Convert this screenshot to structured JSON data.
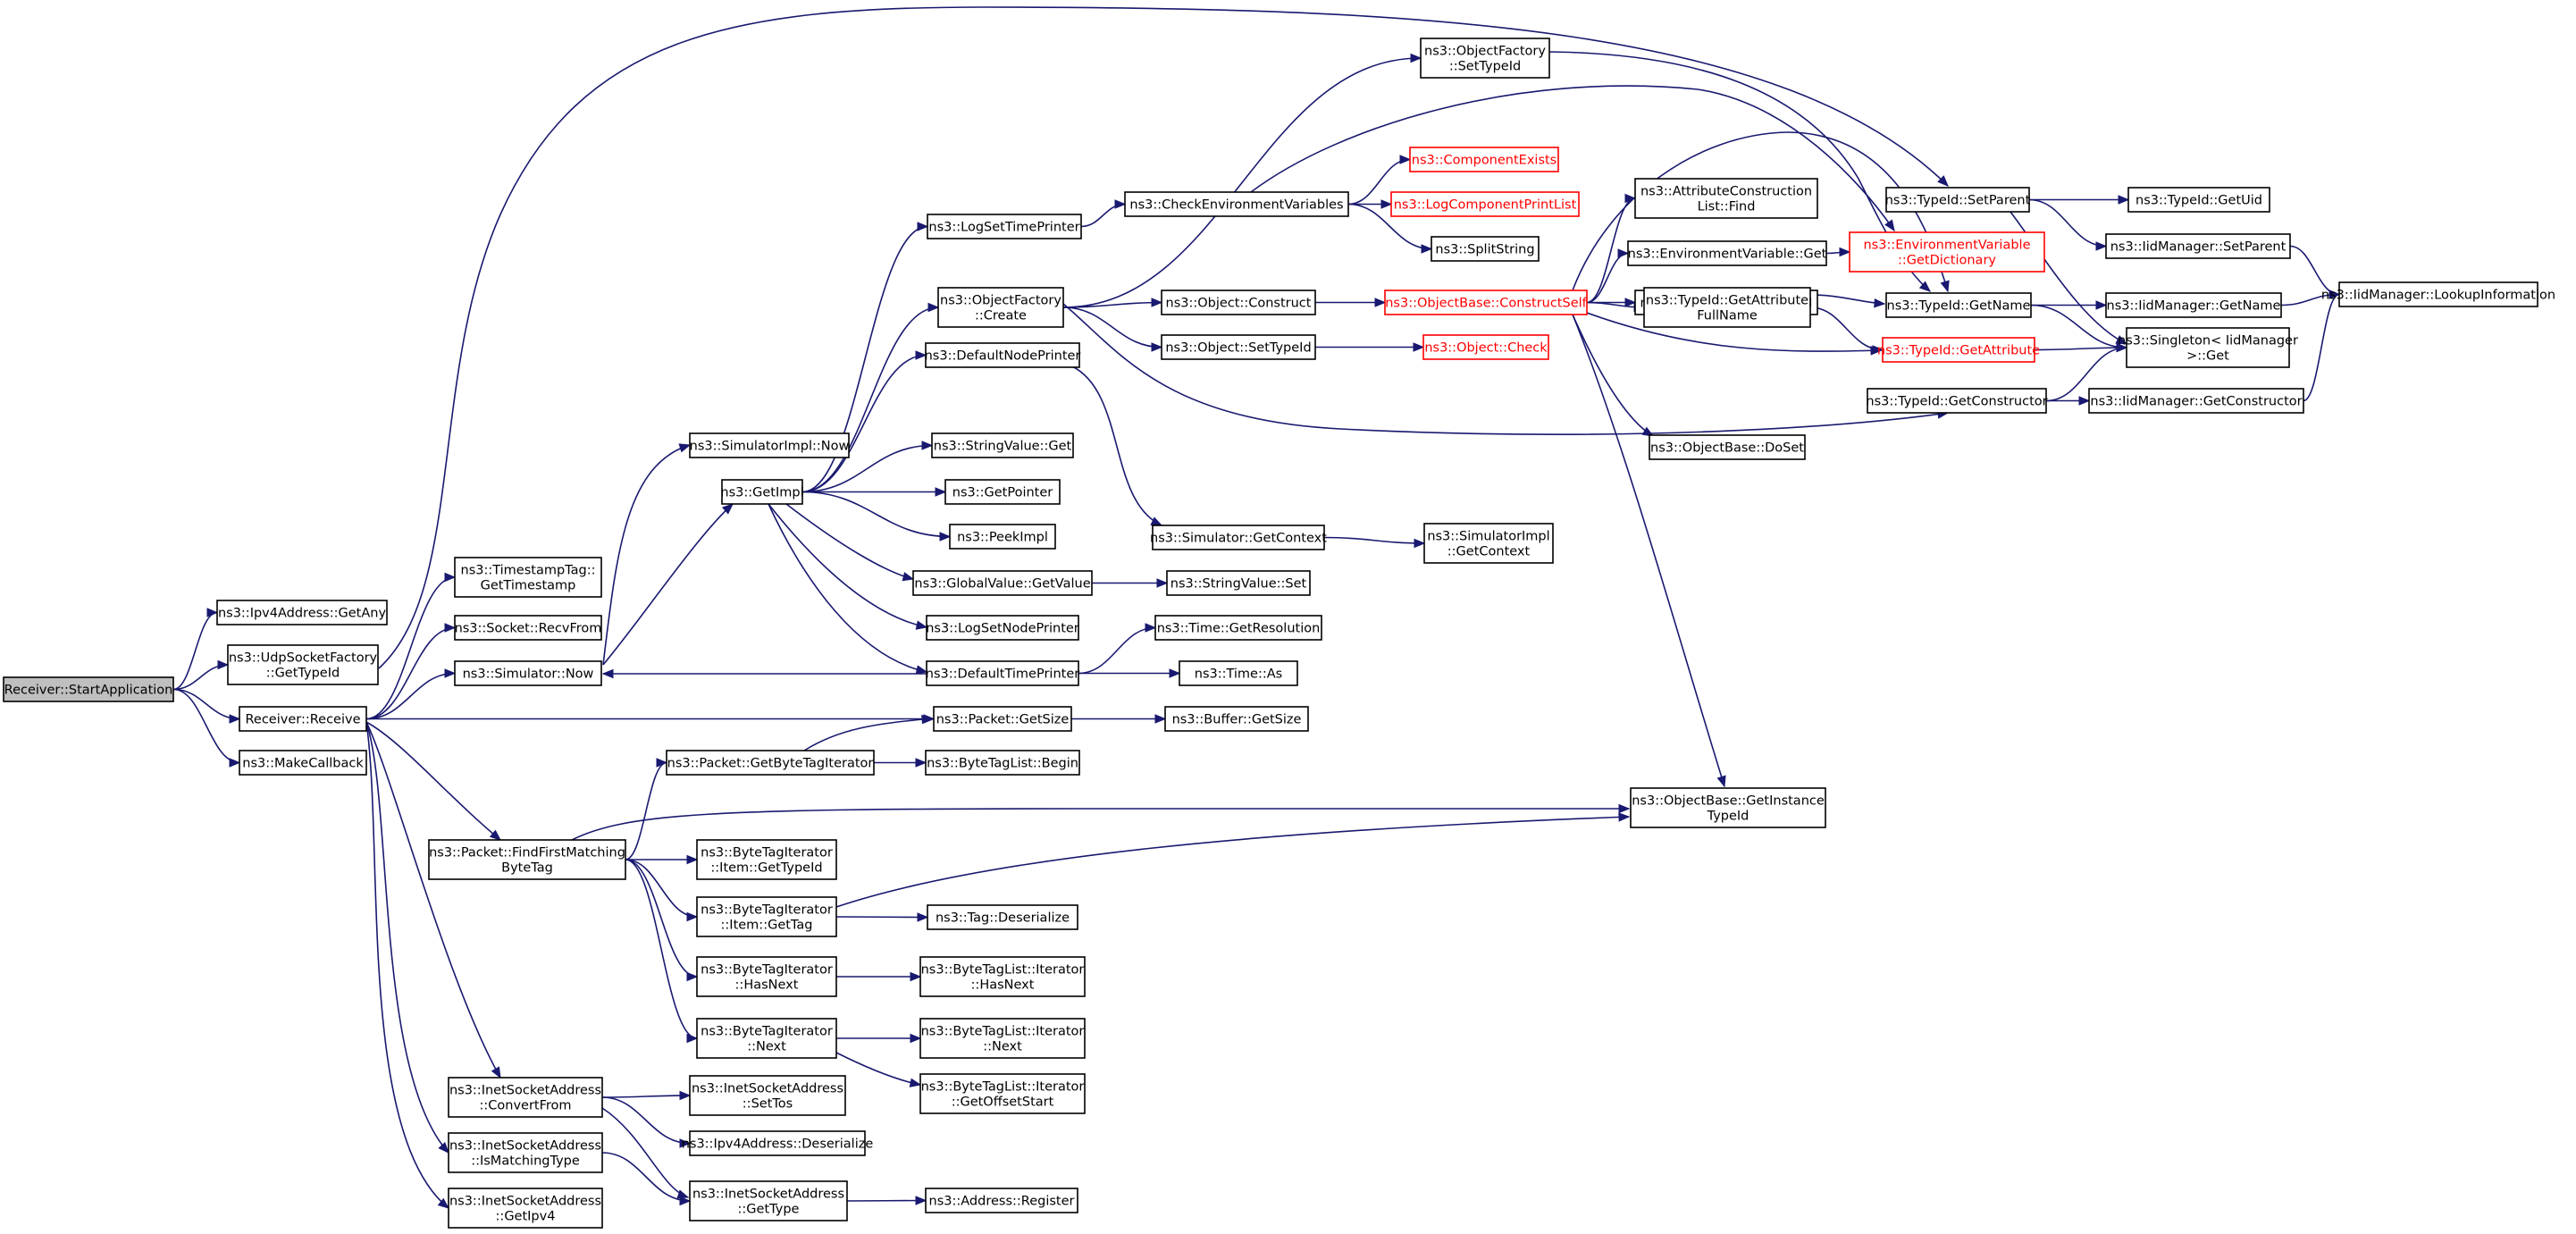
{
  "diagram": {
    "type": "call-graph",
    "nodes": [
      {
        "id": "n0",
        "lines": [
          "Receiver::StartApplication"
        ],
        "style": "root"
      },
      {
        "id": "n1",
        "lines": [
          "ns3::Ipv4Address::GetAny"
        ]
      },
      {
        "id": "n2",
        "lines": [
          "ns3::UdpSocketFactory",
          "::GetTypeId"
        ]
      },
      {
        "id": "n3",
        "lines": [
          "Receiver::Receive"
        ]
      },
      {
        "id": "n4",
        "lines": [
          "ns3::MakeCallback"
        ]
      },
      {
        "id": "n5",
        "lines": [
          "ns3::TypeId::SetParent"
        ]
      },
      {
        "id": "n6",
        "lines": [
          "ns3::TypeId::GetUid"
        ]
      },
      {
        "id": "n7",
        "lines": [
          "ns3::IidManager::SetParent"
        ]
      },
      {
        "id": "n8",
        "lines": [
          "ns3::Singleton< IidManager",
          ">::Get"
        ]
      },
      {
        "id": "n9",
        "lines": [
          "ns3::IidManager::LookupInformation"
        ]
      },
      {
        "id": "n10",
        "lines": [
          "ns3::TimestampTag::",
          "GetTimestamp"
        ]
      },
      {
        "id": "n11",
        "lines": [
          "ns3::Socket::RecvFrom"
        ]
      },
      {
        "id": "n12",
        "lines": [
          "ns3::Simulator::Now"
        ]
      },
      {
        "id": "n13",
        "lines": [
          "ns3::Packet::GetSize"
        ]
      },
      {
        "id": "n14",
        "lines": [
          "ns3::Packet::FindFirstMatching",
          "ByteTag"
        ]
      },
      {
        "id": "n15",
        "lines": [
          "ns3::InetSocketAddress",
          "::ConvertFrom"
        ]
      },
      {
        "id": "n16",
        "lines": [
          "ns3::InetSocketAddress",
          "::IsMatchingType"
        ]
      },
      {
        "id": "n17",
        "lines": [
          "ns3::InetSocketAddress",
          "::GetIpv4"
        ]
      },
      {
        "id": "n18",
        "lines": [
          "ns3::SimulatorImpl::Now"
        ]
      },
      {
        "id": "n19",
        "lines": [
          "ns3::GetImpl"
        ]
      },
      {
        "id": "n20",
        "lines": [
          "ns3::LogSetTimePrinter"
        ]
      },
      {
        "id": "n21",
        "lines": [
          "ns3::ObjectFactory",
          "::Create"
        ]
      },
      {
        "id": "n22",
        "lines": [
          "ns3::DefaultNodePrinter"
        ]
      },
      {
        "id": "n23",
        "lines": [
          "ns3::StringValue::Get"
        ]
      },
      {
        "id": "n24",
        "lines": [
          "ns3::GetPointer"
        ]
      },
      {
        "id": "n25",
        "lines": [
          "ns3::PeekImpl"
        ]
      },
      {
        "id": "n26",
        "lines": [
          "ns3::GlobalValue::GetValue"
        ]
      },
      {
        "id": "n27",
        "lines": [
          "ns3::LogSetNodePrinter"
        ]
      },
      {
        "id": "n28",
        "lines": [
          "ns3::DefaultTimePrinter"
        ]
      },
      {
        "id": "n29",
        "lines": [
          "ns3::ObjectFactory",
          "::SetTypeId"
        ]
      },
      {
        "id": "n30",
        "lines": [
          "ns3::CheckEnvironmentVariables"
        ]
      },
      {
        "id": "n31",
        "lines": [
          "ns3::ComponentExists"
        ],
        "style": "red"
      },
      {
        "id": "n32",
        "lines": [
          "ns3::LogComponentPrintList"
        ],
        "style": "red"
      },
      {
        "id": "n33",
        "lines": [
          "ns3::SplitString"
        ]
      },
      {
        "id": "n34",
        "lines": [
          "ns3::Object::Construct"
        ]
      },
      {
        "id": "n35",
        "lines": [
          "ns3::Object::SetTypeId"
        ]
      },
      {
        "id": "n36",
        "lines": [
          "ns3::ObjectBase::ConstructSelf"
        ],
        "style": "red"
      },
      {
        "id": "n37",
        "lines": [
          "ns3::Object::Check"
        ],
        "style": "red"
      },
      {
        "id": "n38",
        "lines": [
          "ns3::AttributeConstruction",
          "List::Find"
        ]
      },
      {
        "id": "n39",
        "lines": [
          "ns3::EnvironmentVariable::Get"
        ]
      },
      {
        "id": "n40",
        "lines": [
          "ns3::EnvironmentVariable",
          "::GetDictionary"
        ],
        "style": "red"
      },
      {
        "id": "n41",
        "lines": [
          "ns3::TypeId::GetAttributeN"
        ]
      },
      {
        "id": "n42",
        "lines": [
          "ns3::TypeId::GetName"
        ]
      },
      {
        "id": "n43",
        "lines": [
          "ns3::IidManager::GetName"
        ]
      },
      {
        "id": "n44",
        "lines": [
          "ns3::TypeId::GetAttribute",
          "FullName"
        ]
      },
      {
        "id": "n45",
        "lines": [
          "ns3::TypeId::GetAttribute"
        ],
        "style": "red"
      },
      {
        "id": "n46",
        "lines": [
          "ns3::TypeId::GetConstructor"
        ]
      },
      {
        "id": "n47",
        "lines": [
          "ns3::IidManager::GetConstructor"
        ]
      },
      {
        "id": "n48",
        "lines": [
          "ns3::ObjectBase::DoSet"
        ]
      },
      {
        "id": "n49",
        "lines": [
          "ns3::ObjectBase::GetInstance",
          "TypeId"
        ]
      },
      {
        "id": "n50",
        "lines": [
          "ns3::Simulator::GetContext"
        ]
      },
      {
        "id": "n51",
        "lines": [
          "ns3::SimulatorImpl",
          "::GetContext"
        ]
      },
      {
        "id": "n52",
        "lines": [
          "ns3::StringValue::Set"
        ]
      },
      {
        "id": "n53",
        "lines": [
          "ns3::Time::GetResolution"
        ]
      },
      {
        "id": "n54",
        "lines": [
          "ns3::Time::As"
        ]
      },
      {
        "id": "n55",
        "lines": [
          "ns3::Buffer::GetSize"
        ]
      },
      {
        "id": "n56",
        "lines": [
          "ns3::Packet::GetByteTagIterator"
        ]
      },
      {
        "id": "n57",
        "lines": [
          "ns3::ByteTagList::Begin"
        ]
      },
      {
        "id": "n58",
        "lines": [
          "ns3::ByteTagIterator",
          "::Item::GetTypeId"
        ]
      },
      {
        "id": "n59",
        "lines": [
          "ns3::ByteTagIterator",
          "::Item::GetTag"
        ]
      },
      {
        "id": "n60",
        "lines": [
          "ns3::Tag::Deserialize"
        ]
      },
      {
        "id": "n61",
        "lines": [
          "ns3::ByteTagIterator",
          "::HasNext"
        ]
      },
      {
        "id": "n62",
        "lines": [
          "ns3::ByteTagList::Iterator",
          "::HasNext"
        ]
      },
      {
        "id": "n63",
        "lines": [
          "ns3::ByteTagIterator",
          "::Next"
        ]
      },
      {
        "id": "n64",
        "lines": [
          "ns3::ByteTagList::Iterator",
          "::Next"
        ]
      },
      {
        "id": "n65",
        "lines": [
          "ns3::ByteTagList::Iterator",
          "::GetOffsetStart"
        ]
      },
      {
        "id": "n66",
        "lines": [
          "ns3::InetSocketAddress",
          "::SetTos"
        ]
      },
      {
        "id": "n67",
        "lines": [
          "ns3::Ipv4Address::Deserialize"
        ]
      },
      {
        "id": "n68",
        "lines": [
          "ns3::InetSocketAddress",
          "::GetType"
        ]
      },
      {
        "id": "n69",
        "lines": [
          "ns3::Address::Register"
        ]
      }
    ],
    "edges": [
      [
        "n0",
        "n1"
      ],
      [
        "n0",
        "n2"
      ],
      [
        "n0",
        "n3"
      ],
      [
        "n0",
        "n4"
      ],
      [
        "n2",
        "n5"
      ],
      [
        "n5",
        "n6"
      ],
      [
        "n5",
        "n7"
      ],
      [
        "n5",
        "n8"
      ],
      [
        "n7",
        "n9"
      ],
      [
        "n3",
        "n10"
      ],
      [
        "n3",
        "n11"
      ],
      [
        "n3",
        "n12"
      ],
      [
        "n3",
        "n13"
      ],
      [
        "n3",
        "n14"
      ],
      [
        "n3",
        "n15"
      ],
      [
        "n3",
        "n16"
      ],
      [
        "n3",
        "n17"
      ],
      [
        "n12",
        "n18"
      ],
      [
        "n12",
        "n19"
      ],
      [
        "n19",
        "n20"
      ],
      [
        "n19",
        "n21"
      ],
      [
        "n19",
        "n22"
      ],
      [
        "n19",
        "n23"
      ],
      [
        "n19",
        "n24"
      ],
      [
        "n19",
        "n25"
      ],
      [
        "n19",
        "n26"
      ],
      [
        "n19",
        "n27"
      ],
      [
        "n19",
        "n28"
      ],
      [
        "n20",
        "n30"
      ],
      [
        "n30",
        "n31"
      ],
      [
        "n30",
        "n32"
      ],
      [
        "n30",
        "n33"
      ],
      [
        "n30",
        "n40"
      ],
      [
        "n21",
        "n29"
      ],
      [
        "n21",
        "n34"
      ],
      [
        "n21",
        "n35"
      ],
      [
        "n21",
        "n46"
      ],
      [
        "n29",
        "n42"
      ],
      [
        "n34",
        "n36"
      ],
      [
        "n35",
        "n37"
      ],
      [
        "n36",
        "n38"
      ],
      [
        "n36",
        "n39"
      ],
      [
        "n36",
        "n41"
      ],
      [
        "n36",
        "n42"
      ],
      [
        "n36",
        "n44"
      ],
      [
        "n36",
        "n45"
      ],
      [
        "n36",
        "n48"
      ],
      [
        "n36",
        "n49"
      ],
      [
        "n39",
        "n40"
      ],
      [
        "n42",
        "n43"
      ],
      [
        "n42",
        "n8"
      ],
      [
        "n43",
        "n9"
      ],
      [
        "n44",
        "n42"
      ],
      [
        "n44",
        "n45"
      ],
      [
        "n45",
        "n8"
      ],
      [
        "n46",
        "n47"
      ],
      [
        "n46",
        "n8"
      ],
      [
        "n47",
        "n9"
      ],
      [
        "n22",
        "n50"
      ],
      [
        "n50",
        "n51"
      ],
      [
        "n26",
        "n52"
      ],
      [
        "n28",
        "n53"
      ],
      [
        "n28",
        "n54"
      ],
      [
        "n28",
        "n12"
      ],
      [
        "n13",
        "n55"
      ],
      [
        "n14",
        "n56"
      ],
      [
        "n14",
        "n58"
      ],
      [
        "n14",
        "n59"
      ],
      [
        "n14",
        "n61"
      ],
      [
        "n14",
        "n63"
      ],
      [
        "n14",
        "n49"
      ],
      [
        "n56",
        "n57"
      ],
      [
        "n56",
        "n13"
      ],
      [
        "n59",
        "n60"
      ],
      [
        "n59",
        "n49"
      ],
      [
        "n61",
        "n62"
      ],
      [
        "n63",
        "n64"
      ],
      [
        "n63",
        "n65"
      ],
      [
        "n15",
        "n66"
      ],
      [
        "n15",
        "n67"
      ],
      [
        "n15",
        "n68"
      ],
      [
        "n16",
        "n68"
      ],
      [
        "n68",
        "n69"
      ]
    ]
  }
}
